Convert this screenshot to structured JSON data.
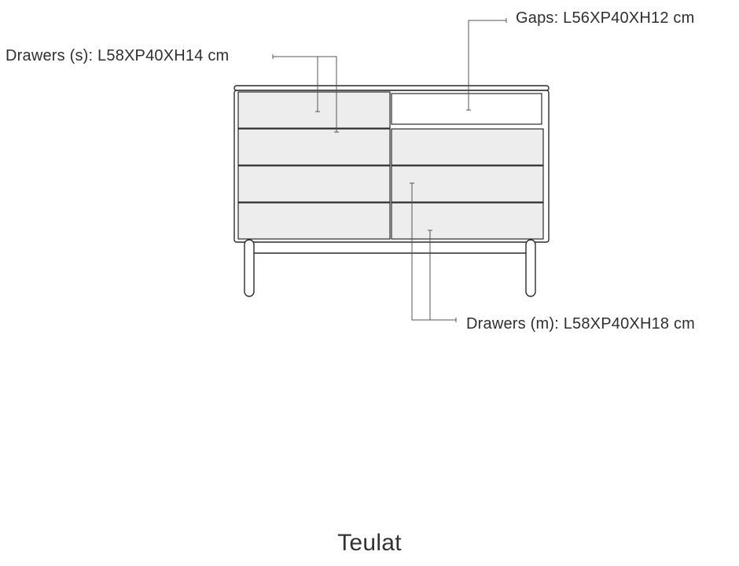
{
  "labels": {
    "gaps": "Gaps:  L56XP40XH12 cm",
    "drawers_small": "Drawers (s):  L58XP40XH14 cm",
    "drawers_medium": "Drawers (m):  L58XP40XH18 cm"
  },
  "brand": "Teulat",
  "colors": {
    "line": "#2a2a2a",
    "drawer_fill": "#ededed",
    "background": "#ffffff",
    "leader": "#555555"
  }
}
